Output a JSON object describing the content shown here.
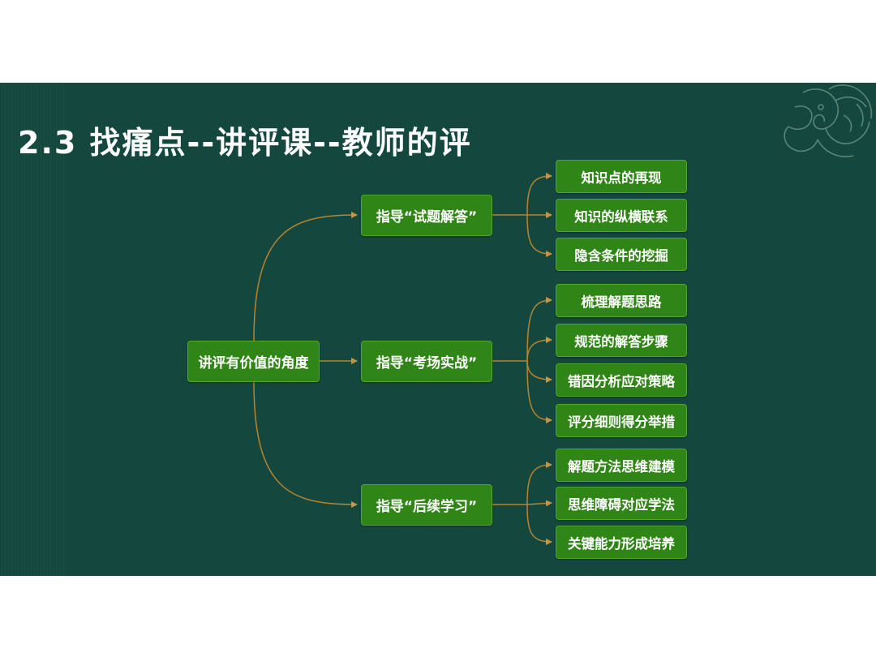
{
  "title": "2.3  找痛点--讲评课--教师的评",
  "diagram": {
    "root": "讲评有价值的角度",
    "branches": [
      {
        "label": "指导“试题解答”",
        "children": [
          "知识点的再现",
          "知识的纵横联系",
          "隐含条件的挖掘"
        ]
      },
      {
        "label": "指导“考场实战”",
        "children": [
          "梳理解题思路",
          "规范的解答步骤",
          "错因分析应对策略",
          "评分细则得分举措"
        ]
      },
      {
        "label": "指导“后续学习”",
        "children": [
          "解题方法思维建模",
          "思维障碍对应学法",
          "关键能力形成培养"
        ]
      }
    ]
  },
  "colors": {
    "background": "#14483e",
    "node_fill": "#2f8616",
    "node_border": "#4ea82c",
    "connector": "#b8842f",
    "text": "#ffffff"
  },
  "icons": {
    "corner_decoration": "dragon-ornament-icon"
  }
}
